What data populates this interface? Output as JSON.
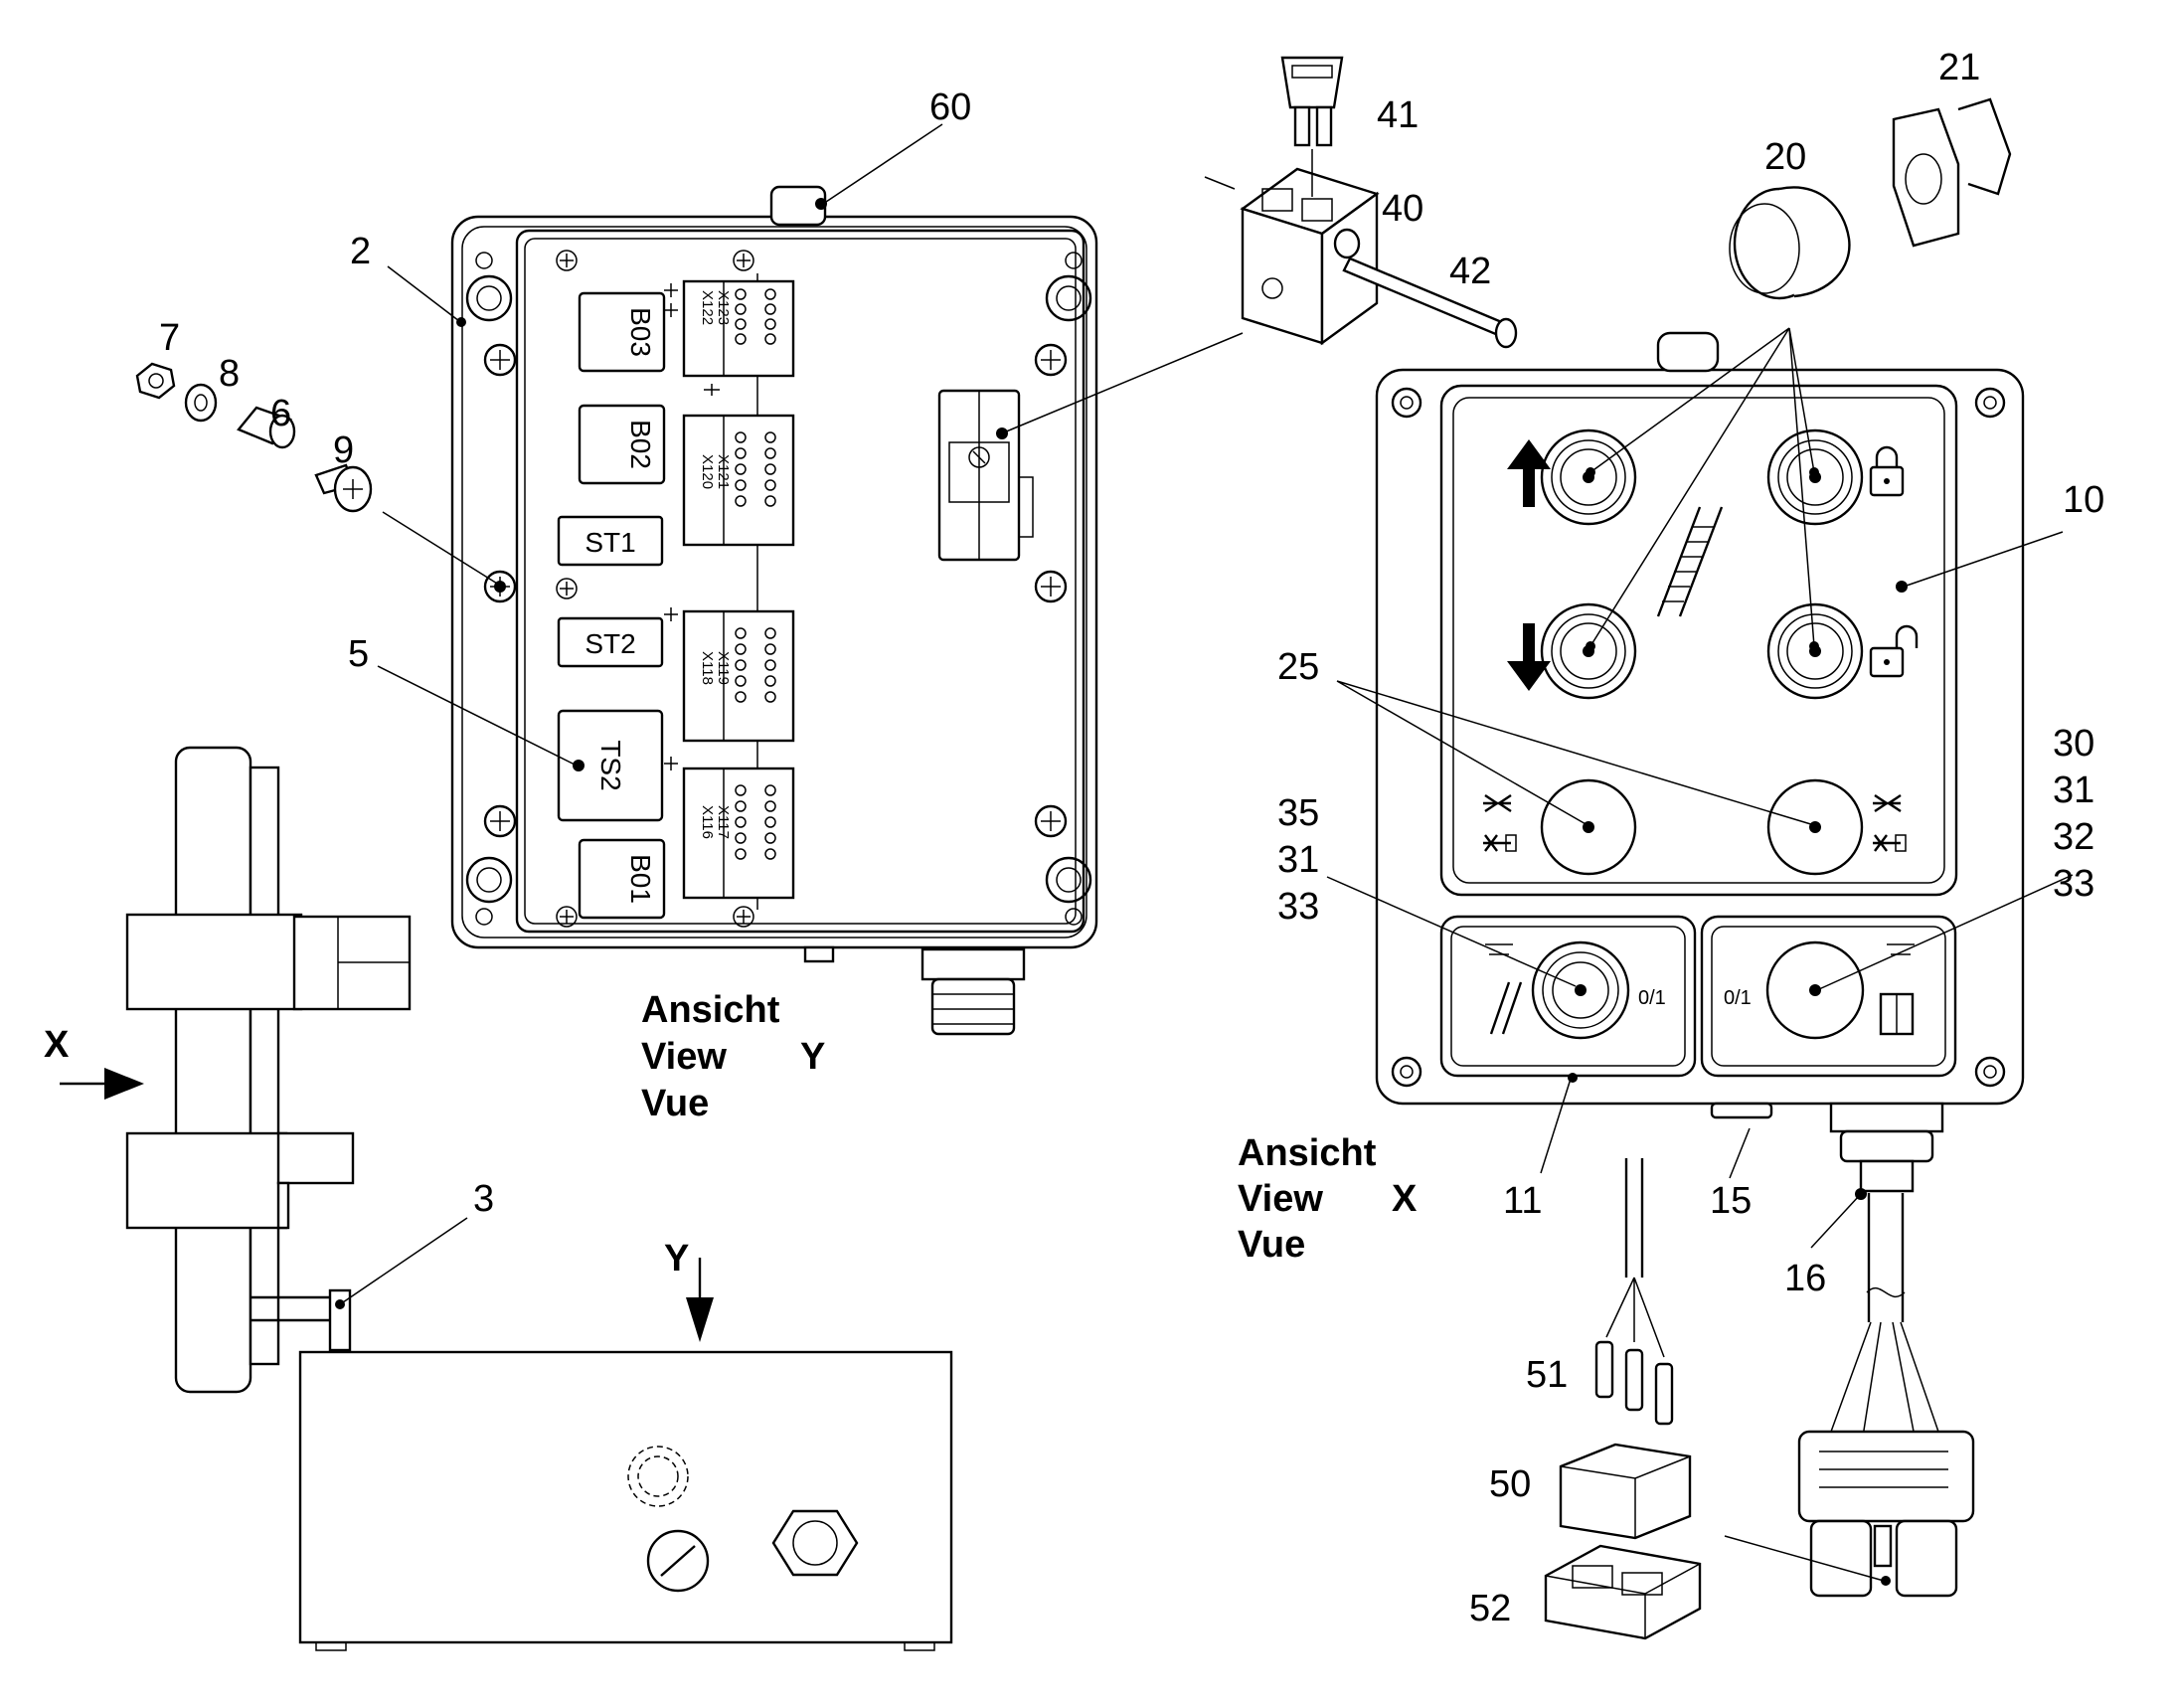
{
  "callouts": {
    "c2": "2",
    "c3": "3",
    "c5": "5",
    "c6": "6",
    "c7": "7",
    "c8": "8",
    "c9": "9",
    "c10": "10",
    "c11": "11",
    "c15": "15",
    "c16": "16",
    "c20": "20",
    "c21": "21",
    "c25": "25",
    "c30": "30",
    "c31a": "31",
    "c32": "32",
    "c33a": "33",
    "c35": "35",
    "c31b": "31",
    "c33b": "33",
    "c40": "40",
    "c41": "41",
    "c42": "42",
    "c50": "50",
    "c51": "51",
    "c52": "52",
    "c60": "60"
  },
  "box_labels": {
    "b03": "B03",
    "b02": "B02",
    "st1": "ST1",
    "st2": "ST2",
    "ts2": "TS2",
    "b01": "B01"
  },
  "terminal_labels": {
    "t1a": "X122",
    "t1b": "X123",
    "t2a": "X120",
    "t2b": "X121",
    "t3a": "X118",
    "t3b": "X119",
    "t4a": "X116",
    "t4b": "X117"
  },
  "switch_labels": {
    "left": "0/1",
    "right": "0/1"
  },
  "views": {
    "y": {
      "l1": "Ansicht",
      "l2": "View",
      "l3": "Vue",
      "letter": "Y"
    },
    "x": {
      "l1": "Ansicht",
      "l2": "View",
      "l3": "Vue",
      "letter": "X"
    }
  },
  "arrows": {
    "x": "X",
    "y": "Y"
  }
}
